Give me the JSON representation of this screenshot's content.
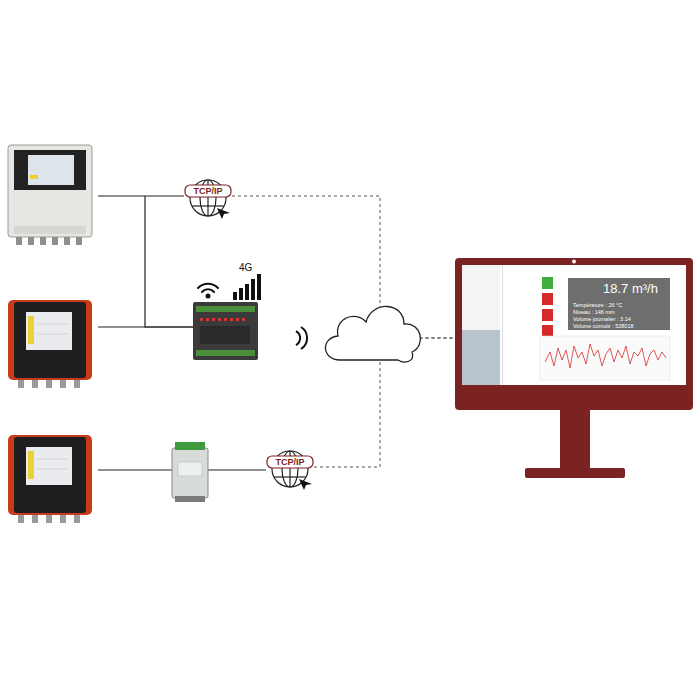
{
  "diagram": {
    "nodes": [
      {
        "text": [
          "TCP/IP"
        ]
      },
      {
        "text": [
          "TCP/IP"
        ]
      },
      {
        "text": [
          "18.7 m³/h",
          "Température : 26 °C",
          "Niveau : 146 mm",
          "Volume journalier : 3.14",
          "Volume cumulé : 528018"
        ]
      }
    ],
    "edges": [
      {
        "from": 0,
        "to": 2,
        "arrow": "none"
      },
      {
        "from": 1,
        "to": 2,
        "arrow": "none"
      }
    ],
    "labels": [
      "4G"
    ]
  }
}
